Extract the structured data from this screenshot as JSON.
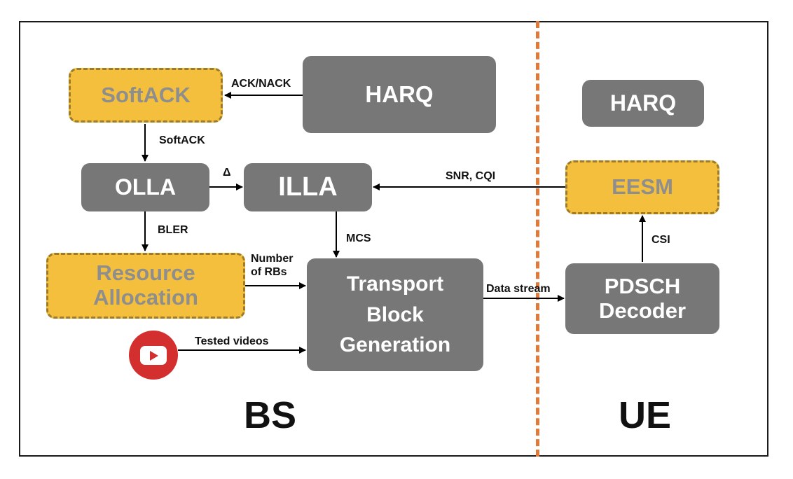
{
  "labels": {
    "bs": "BS",
    "ue": "UE"
  },
  "blocks": {
    "softack": "SoftACK",
    "harq_bs": "HARQ",
    "harq_ue": "HARQ",
    "olla": "OLLA",
    "illa": "ILLA",
    "eesm": "EESM",
    "resource_allocation": "Resource\nAllocation",
    "transport_block": "Transport\nBlock\nGeneration",
    "pdsch_decoder": "PDSCH\nDecoder"
  },
  "edges": {
    "ack_nack": "ACK/NACK",
    "softack": "SoftACK",
    "delta": "Δ",
    "snr_cqi": "SNR, CQI",
    "bler": "BLER",
    "mcs": "MCS",
    "num_rbs": "Number\nof RBs",
    "data_stream": "Data stream",
    "csi": "CSI",
    "tested_videos": "Tested videos"
  },
  "icons": {
    "video_source": "youtube-icon"
  },
  "colors": {
    "gray_block": "#777777",
    "highlight_block": "#f3bf3c",
    "divider": "#e07a3a"
  }
}
